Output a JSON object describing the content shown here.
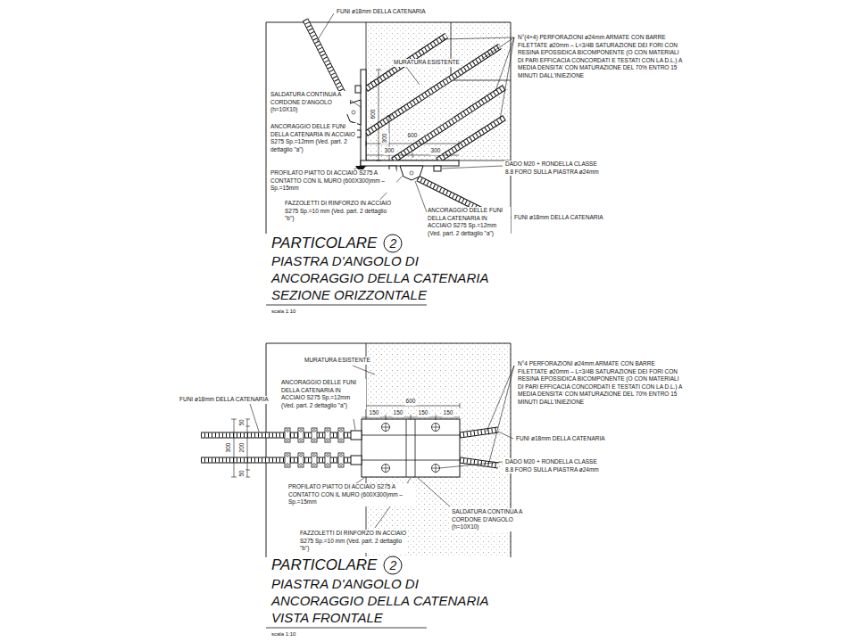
{
  "diagram": {
    "nodes": [
      {
        "text": [
          "2"
        ]
      },
      {
        "text": [
          "2"
        ]
      }
    ],
    "labels": [
      "FUNI ø18mm DELLA CATENARIA",
      "MURATURA ESISTENTE",
      "N°(4+4) PERFORAZIONI ø24mm ARMATE CON BARRE FILETTATE ø20mm – L=3/4B SATURAZIONE DEI FORI CON RESINA EPOSSIDICA BICOMPONENTE (O CON MATERIALI DI PARI EFFICACIA CONCORDATI E TESTATI CON LA D.L.) A MEDIA DENSITA' CON MATURAZIONE DEL 70% ENTRO 15 MINUTI DALL'INIEZIONE",
      "SALDATURA CONTINUA A CORDONE D'ANGOLO (h=10X10)",
      "ANCORAGGIO DELLE FUNI DELLA CATENARIA IN ACCIAIO S275 Sp.=12mm (Ved. part. 2 dettaglio \"a\")",
      "600",
      "300",
      "600",
      "300",
      "300",
      "PROFILATO PIATTO DI ACCIAIO S275 A CONTATTO CON IL MURO (600X300)mm – Sp.=15mm",
      "DADO M20 + RONDELLA CLASSE 8.8 FORO SULLA PIASTRA ø24mm",
      "FAZZOLETTI DI RINFORZO IN ACCIAIO S275 Sp.=10 mm (Ved. part. 2 dettaglio \"b\")",
      "ANCORAGGIO DELLE FUNI DELLA CATENARIA IN ACCIAIO S275 Sp.=12mm (Ved. part. 2 dettaglio \"a\")",
      "FUNI ø18mm DELLA CATENARIA",
      "PARTICOLARE",
      "PIASTRA D'ANGOLO DI ANCORAGGIO DELLA CATENARIA SEZIONE ORIZZONTALE",
      "scala 1:10",
      "MURATURA ESISTENTE",
      "N°4 PERFORAZIONI ø24mm ARMATE CON BARRE FILETTATE ø20mm – L=3/4B SATURAZIONE DEI FORI CON RESINA EPOSSIDICA BICOMPONENTE (O CON MATERIALI DI PARI EFFICACIA CONCORDATI E TESTATI CON LA D.L.) A MEDIA DENSITA' CON MATURAZIONE DEL 70% ENTRO 15 MINUTI DALL'INIEZIONE",
      "ANCORAGGIO DELLE FUNI DELLA CATENARIA IN ACCIAIO S275 Sp.=12mm (Ved. part. 2 dettaglio \"a\")",
      "FUNI ø18mm DELLA CATENARIA",
      "600",
      "150",
      "150",
      "150",
      "150",
      "300",
      "50",
      "200",
      "50",
      "FUNI ø18mm DELLA CATENARIA",
      "DADO M20 + RONDELLA CLASSE 8.8 FORO SULLA PIASTRA ø24mm",
      "PROFILATO PIATTO DI ACCIAIO S275 A CONTATTO CON IL MURO (600X300)mm – Sp.=15mm",
      "SALDATURA CONTINUA A CORDONE D'ANGOLO (h=10X10)",
      "FAZZOLETTI DI RINFORZO IN ACCIAIO S275 Sp.=10 mm (Ved. part. 2 dettaglio \"b\")",
      "PARTICOLARE",
      "PIASTRA D'ANGOLO DI ANCORAGGIO DELLA CATENARIA VISTA FRONTALE",
      "scala 1:10"
    ]
  }
}
